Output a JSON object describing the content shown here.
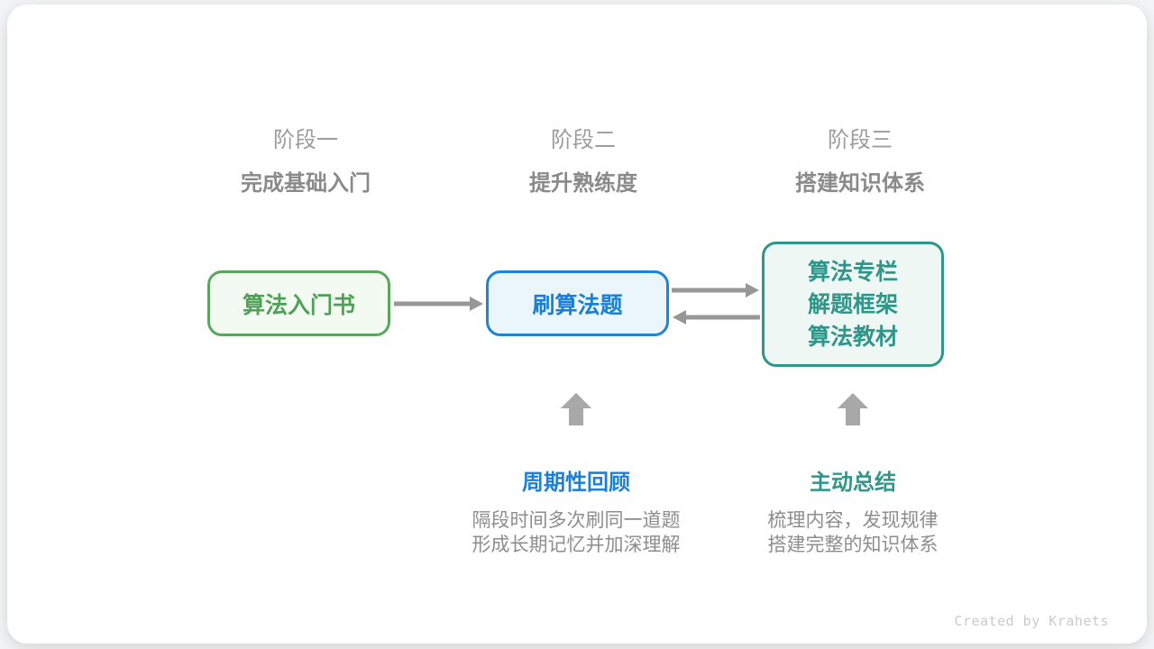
{
  "page": {
    "background_color": "#f2f3f4",
    "card_color": "#ffffff",
    "credit": "Created by Krahets"
  },
  "palette": {
    "green": "#4fa157",
    "green_fill": "#f3faf2",
    "blue": "#1b7fd4",
    "blue_fill": "#eaf5fc",
    "teal": "#2f968a",
    "teal_fill": "#eef7f4",
    "arrow_gray": "#979797",
    "block_arrow_gray": "#a8a8a8",
    "stage_label_gray": "#9c9c9c",
    "stage_subtitle_gray": "#8a8a8a",
    "desc_gray": "#8d8d8d"
  },
  "stages": [
    {
      "label": "阶段一",
      "subtitle": "完成基础入门"
    },
    {
      "label": "阶段二",
      "subtitle": "提升熟练度"
    },
    {
      "label": "阶段三",
      "subtitle": "搭建知识体系"
    }
  ],
  "nodes": [
    {
      "title": "算法入门书"
    },
    {
      "title": "刷算法题"
    },
    {
      "lines": [
        "算法专栏",
        "解题框架",
        "算法教材"
      ]
    }
  ],
  "connections": [
    {
      "from": "algorithm-intro-book",
      "to": "practice-problems",
      "direction": "right"
    },
    {
      "from": "practice-problems",
      "to": "knowledge-resources",
      "direction": "right"
    },
    {
      "from": "knowledge-resources",
      "to": "practice-problems",
      "direction": "left"
    },
    {
      "from": "periodic-review",
      "to": "practice-problems",
      "direction": "up"
    },
    {
      "from": "active-summary",
      "to": "knowledge-resources",
      "direction": "up"
    }
  ],
  "annotations": [
    {
      "title": "周期性回顾",
      "lines": [
        "隔段时间多次刷同一道题",
        "形成长期记忆并加深理解"
      ]
    },
    {
      "title": "主动总结",
      "lines": [
        "梳理内容，发现规律",
        "搭建完整的知识体系"
      ]
    }
  ]
}
